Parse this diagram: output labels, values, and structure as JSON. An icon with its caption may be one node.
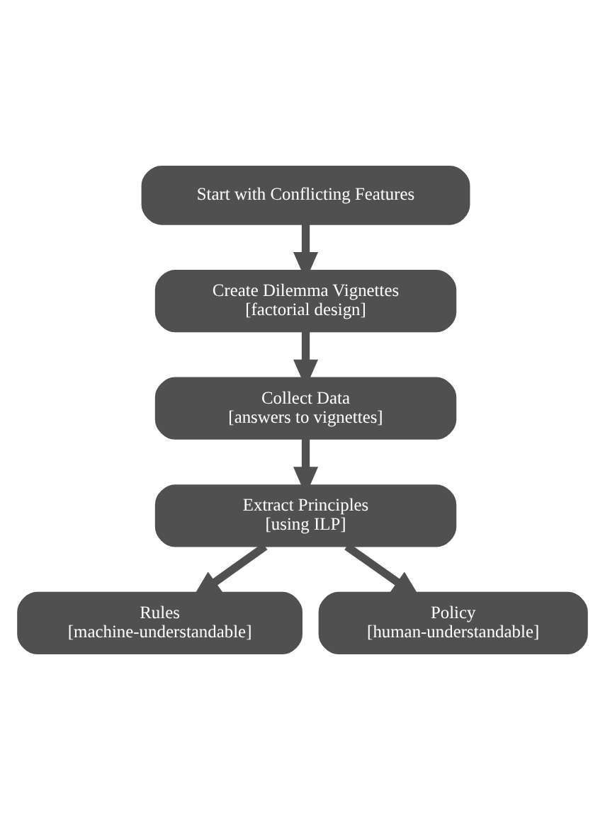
{
  "diagram": {
    "nodes": [
      {
        "text": [
          "Start with Conflicting Features"
        ]
      },
      {
        "text": [
          "Create Dilemma Vignettes",
          "[factorial design]"
        ]
      },
      {
        "text": [
          "Collect Data",
          "[answers to vignettes]"
        ]
      },
      {
        "text": [
          "Extract Principles",
          "[using ILP]"
        ]
      },
      {
        "text": [
          "Rules",
          "[machine-understandable]"
        ]
      },
      {
        "text": [
          "Policy",
          "[human-understandable]"
        ]
      }
    ],
    "edges": [
      {
        "from": 0,
        "to": 1,
        "arrow": "to"
      },
      {
        "from": 1,
        "to": 2,
        "arrow": "to"
      },
      {
        "from": 2,
        "to": 3,
        "arrow": "to"
      },
      {
        "from": 3,
        "to": 4,
        "arrow": "to"
      },
      {
        "from": 3,
        "to": 5,
        "arrow": "to"
      }
    ]
  }
}
